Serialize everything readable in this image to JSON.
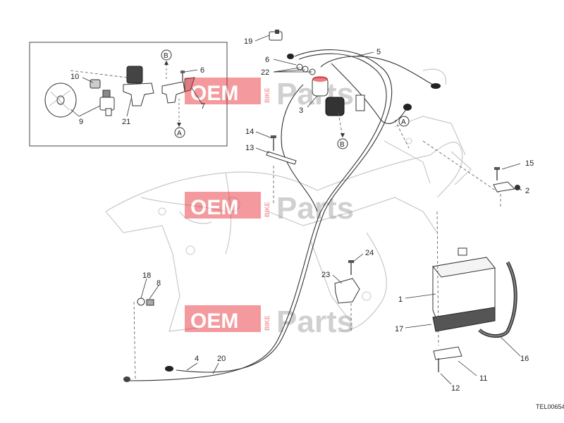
{
  "watermark": {
    "oem": "OEM",
    "bike": "BIKE",
    "parts": "Parts",
    "red": "#e8222a"
  },
  "drawing_code": "TEL00654",
  "refs": {
    "A": "A",
    "B": "B"
  },
  "callouts": {
    "c1": "1",
    "c2": "2",
    "c3": "3",
    "c4": "4",
    "c5": "5",
    "c6a": "6",
    "c6b": "6",
    "c7": "7",
    "c8": "8",
    "c9": "9",
    "c10": "10",
    "c11": "11",
    "c12": "12",
    "c13": "13",
    "c14": "14",
    "c15": "15",
    "c16": "16",
    "c17": "17",
    "c18": "18",
    "c19": "19",
    "c20": "20",
    "c21": "21",
    "c22": "22",
    "c23": "23",
    "c24": "24"
  }
}
